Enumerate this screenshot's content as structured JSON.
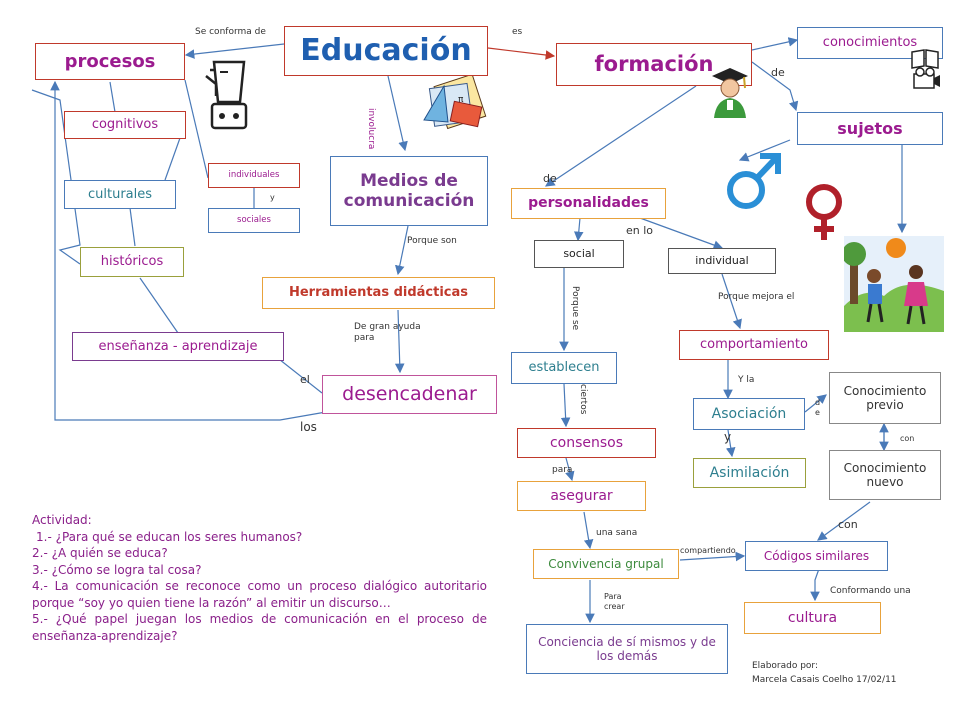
{
  "nodes": {
    "educacion": "Educación",
    "procesos": "procesos",
    "formacion": "formación",
    "conocimientos": "conocimientos",
    "sujetos": "sujetos",
    "cognitivos": "cognitivos",
    "culturales": "culturales",
    "historicos": "históricos",
    "individuales": "individuales",
    "sociales": "sociales",
    "medios": "Medios de comunicación",
    "herramientas": "Herramientas didácticas",
    "ensenanza": "enseñanza - aprendizaje",
    "desencadenar": "desencadenar",
    "personalidades": "personalidades",
    "social": "social",
    "individual": "individual",
    "establecen": "establecen",
    "comportamiento": "comportamiento",
    "asociacion": "Asociación",
    "asimilacion": "Asimilación",
    "conocimiento_previo": "Conocimiento previo",
    "conocimiento_nuevo": "Conocimiento nuevo",
    "consensos": "consensos",
    "asegurar": "asegurar",
    "convivencia": "Convivencia grupal",
    "codigos": "Códigos similares",
    "cultura": "cultura",
    "conciencia": "Conciencia de sí mismos y de los demás"
  },
  "links": {
    "se_conforma_de": "Se conforma de",
    "es": "es",
    "involucra": "involucra",
    "de_1": "de",
    "de_2": "de",
    "y_1": "y",
    "porque_son": "Porque son",
    "de_gran_ayuda": "De gran ayuda para",
    "el": "el",
    "los": "los",
    "en_lo": "en lo",
    "porque_se": "Porque se",
    "ciertos": "ciertos",
    "porque_mejora": "Porque mejora el",
    "y_la": "Y la",
    "y_2": "y",
    "de_3": "d e",
    "con_1": "con",
    "con_2": "con",
    "para": "para",
    "una_sana": "una sana",
    "compartiendo": "compartiendo",
    "para_crear": "Para crear",
    "conformando": "Conformando una"
  },
  "activity": {
    "heading": "Actividad:",
    "questions": [
      "1.- ¿Para qué se educan los seres humanos?",
      "2.- ¿A quién se educa?",
      "3.- ¿Cómo se logra tal cosa?",
      "4.- La comunicación se reconoce como un proceso dialógico autoritario porque “soy yo quien tiene la razón” al emitir un discurso…",
      "5.- ¿Qué papel juegan los medios de comunicación en el proceso de enseñanza-aprendizaje?"
    ]
  },
  "credits": {
    "line1": "Elaborado por:",
    "line2": "Marcela Casais Coelho 17/02/11"
  },
  "icons": {
    "blender": "blender-icon",
    "school_supplies": "school-supplies-icon",
    "graduate": "graduate-icon",
    "book_camera": "book-camera-icon",
    "male_symbol": "male-symbol-icon",
    "female_symbol": "female-symbol-icon",
    "children": "children-playing-icon"
  },
  "colors": {
    "title_blue": "#1f5fb0",
    "red_border": "#c0392b",
    "purple_text": "#9b1b8f",
    "teal_text": "#2e7f8f",
    "male_blue": "#2a8fd6",
    "female_red": "#b0202a",
    "arrow_blue": "#4a7ab8"
  }
}
